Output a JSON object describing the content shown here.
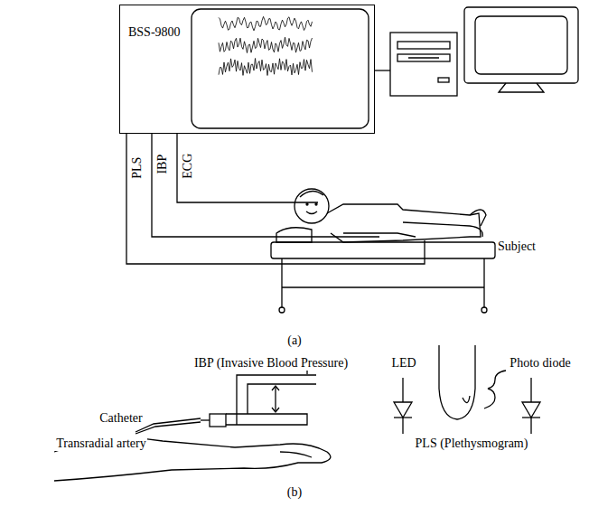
{
  "diagram": {
    "nodes": [
      {
        "text": [
          "BSS-9800"
        ]
      }
    ],
    "labels": [
      "PLS",
      "IBP",
      "ECG",
      "Subject",
      "(a)",
      "IBP (Invasive Blood Pressure)",
      "Catheter",
      "Transradial artery",
      "LED",
      "Photo diode",
      "PLS (Plethysmogram)",
      "(b)"
    ]
  }
}
